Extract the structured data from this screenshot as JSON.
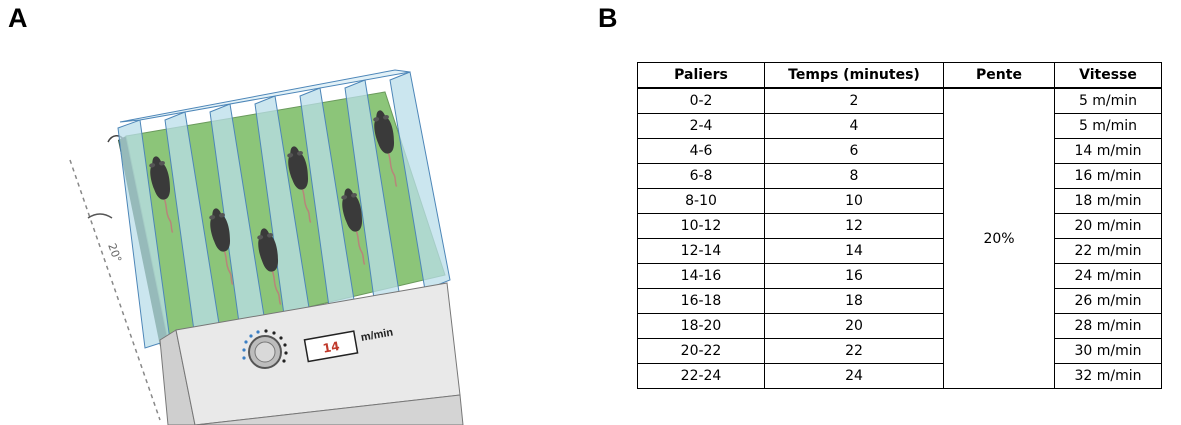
{
  "panel_a": {
    "letter": "A",
    "display_value": "14",
    "display_unit": "m/min",
    "angle_label": "20°",
    "icons": [
      "treadmill-icon",
      "mouse-icon",
      "speed-dial-icon",
      "rotation-arrow-icon"
    ],
    "colors": {
      "belt": "#8cc579",
      "lane_wall": "#b9dde9",
      "housing": "#e6e6e6",
      "display_text": "#c0392b",
      "dial_dots": "#3b7fc4"
    }
  },
  "panel_b": {
    "letter": "B",
    "table": {
      "headers": [
        "Paliers",
        "Temps (minutes)",
        "Pente",
        "Vitesse"
      ],
      "pente": "20%",
      "rows": [
        {
          "palier": "0-2",
          "temps": "2",
          "vitesse": "5 m/min"
        },
        {
          "palier": "2-4",
          "temps": "4",
          "vitesse": "5 m/min"
        },
        {
          "palier": "4-6",
          "temps": "6",
          "vitesse": "14 m/min"
        },
        {
          "palier": "6-8",
          "temps": "8",
          "vitesse": "16 m/min"
        },
        {
          "palier": "8-10",
          "temps": "10",
          "vitesse": "18 m/min"
        },
        {
          "palier": "10-12",
          "temps": "12",
          "vitesse": "20 m/min"
        },
        {
          "palier": "12-14",
          "temps": "14",
          "vitesse": "22 m/min"
        },
        {
          "palier": "14-16",
          "temps": "16",
          "vitesse": "24 m/min"
        },
        {
          "palier": "16-18",
          "temps": "18",
          "vitesse": "26 m/min"
        },
        {
          "palier": "18-20",
          "temps": "20",
          "vitesse": "28 m/min"
        },
        {
          "palier": "20-22",
          "temps": "22",
          "vitesse": "30 m/min"
        },
        {
          "palier": "22-24",
          "temps": "24",
          "vitesse": "32 m/min"
        }
      ]
    }
  }
}
